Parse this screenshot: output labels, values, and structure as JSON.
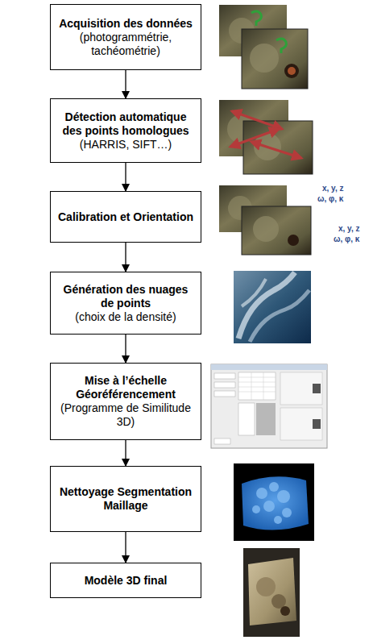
{
  "diagram": {
    "nodes": [
      {
        "text": [
          "Acquisition des données",
          "(photogrammétrie, tachéométrie)"
        ]
      },
      {
        "text": [
          "Détection automatique des points homologues",
          "(HARRIS, SIFT…)"
        ]
      },
      {
        "text": [
          "Calibration et Orientation"
        ]
      },
      {
        "text": [
          "Génération des nuages de points",
          "(choix de la densité)"
        ]
      },
      {
        "text": [
          "Mise à l’échelle Géoréférencement",
          "(Programme de Similitude 3D)"
        ]
      },
      {
        "text": [
          "Nettoyage Segmentation Maillage"
        ]
      },
      {
        "text": [
          "Modèle 3D final"
        ]
      }
    ],
    "edges": [
      {
        "from": 0,
        "to": 1,
        "arrow": "to"
      },
      {
        "from": 1,
        "to": 2,
        "arrow": "to"
      },
      {
        "from": 2,
        "to": 3,
        "arrow": "to"
      },
      {
        "from": 3,
        "to": 4,
        "arrow": "to"
      },
      {
        "from": 4,
        "to": 5,
        "arrow": "to"
      },
      {
        "from": 5,
        "to": 6,
        "arrow": "to"
      }
    ],
    "labels": [
      "x, y, z",
      "ω, φ, κ",
      "x, y, z",
      "ω, φ, κ"
    ]
  }
}
